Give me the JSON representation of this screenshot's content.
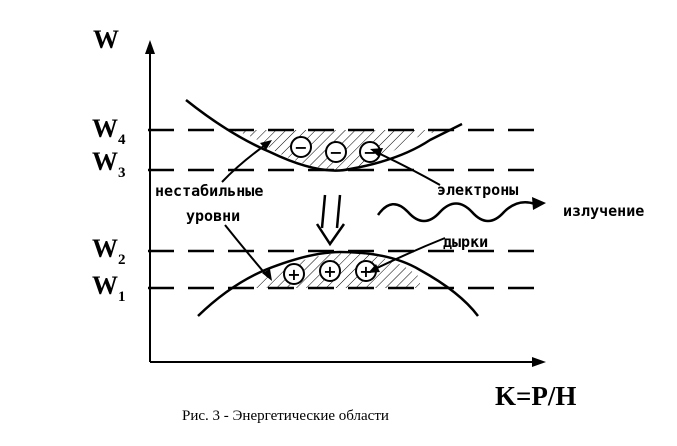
{
  "axes": {
    "y_label": "W",
    "x_label": "K=P/H"
  },
  "levels": {
    "w4": {
      "base": "W",
      "sub": "4"
    },
    "w3": {
      "base": "W",
      "sub": "3"
    },
    "w2": {
      "base": "W",
      "sub": "2"
    },
    "w1": {
      "base": "W",
      "sub": "1"
    }
  },
  "annotations": {
    "unstable_line1": "нестабильные",
    "unstable_line2": "уровни",
    "electrons": "электроны",
    "holes": "дырки",
    "radiation": "излучение"
  },
  "signs": {
    "electron": "−",
    "hole": "+"
  },
  "caption": "Рис. 3 - Энергетические области"
}
